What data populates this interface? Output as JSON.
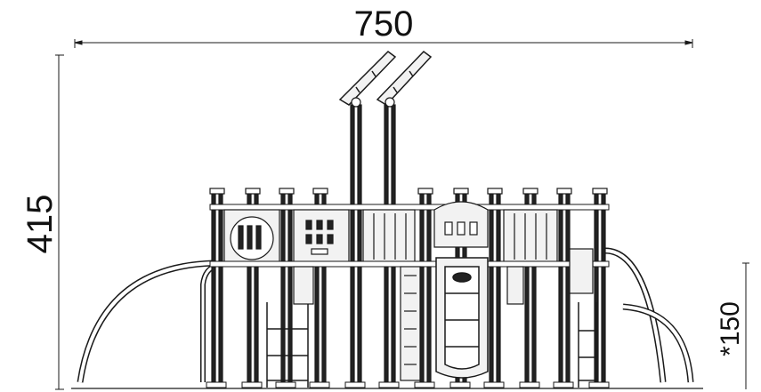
{
  "dimensions": {
    "width_label": "750",
    "height_label": "415",
    "fall_height_label": "*150"
  },
  "colors": {
    "line": "#1a1a1a",
    "fill_light": "#f2f2f2",
    "fill_dark": "#222222",
    "background": "#ffffff"
  },
  "drawing": {
    "post_count": 12,
    "panel_count": 5,
    "ladder_count": 2
  }
}
